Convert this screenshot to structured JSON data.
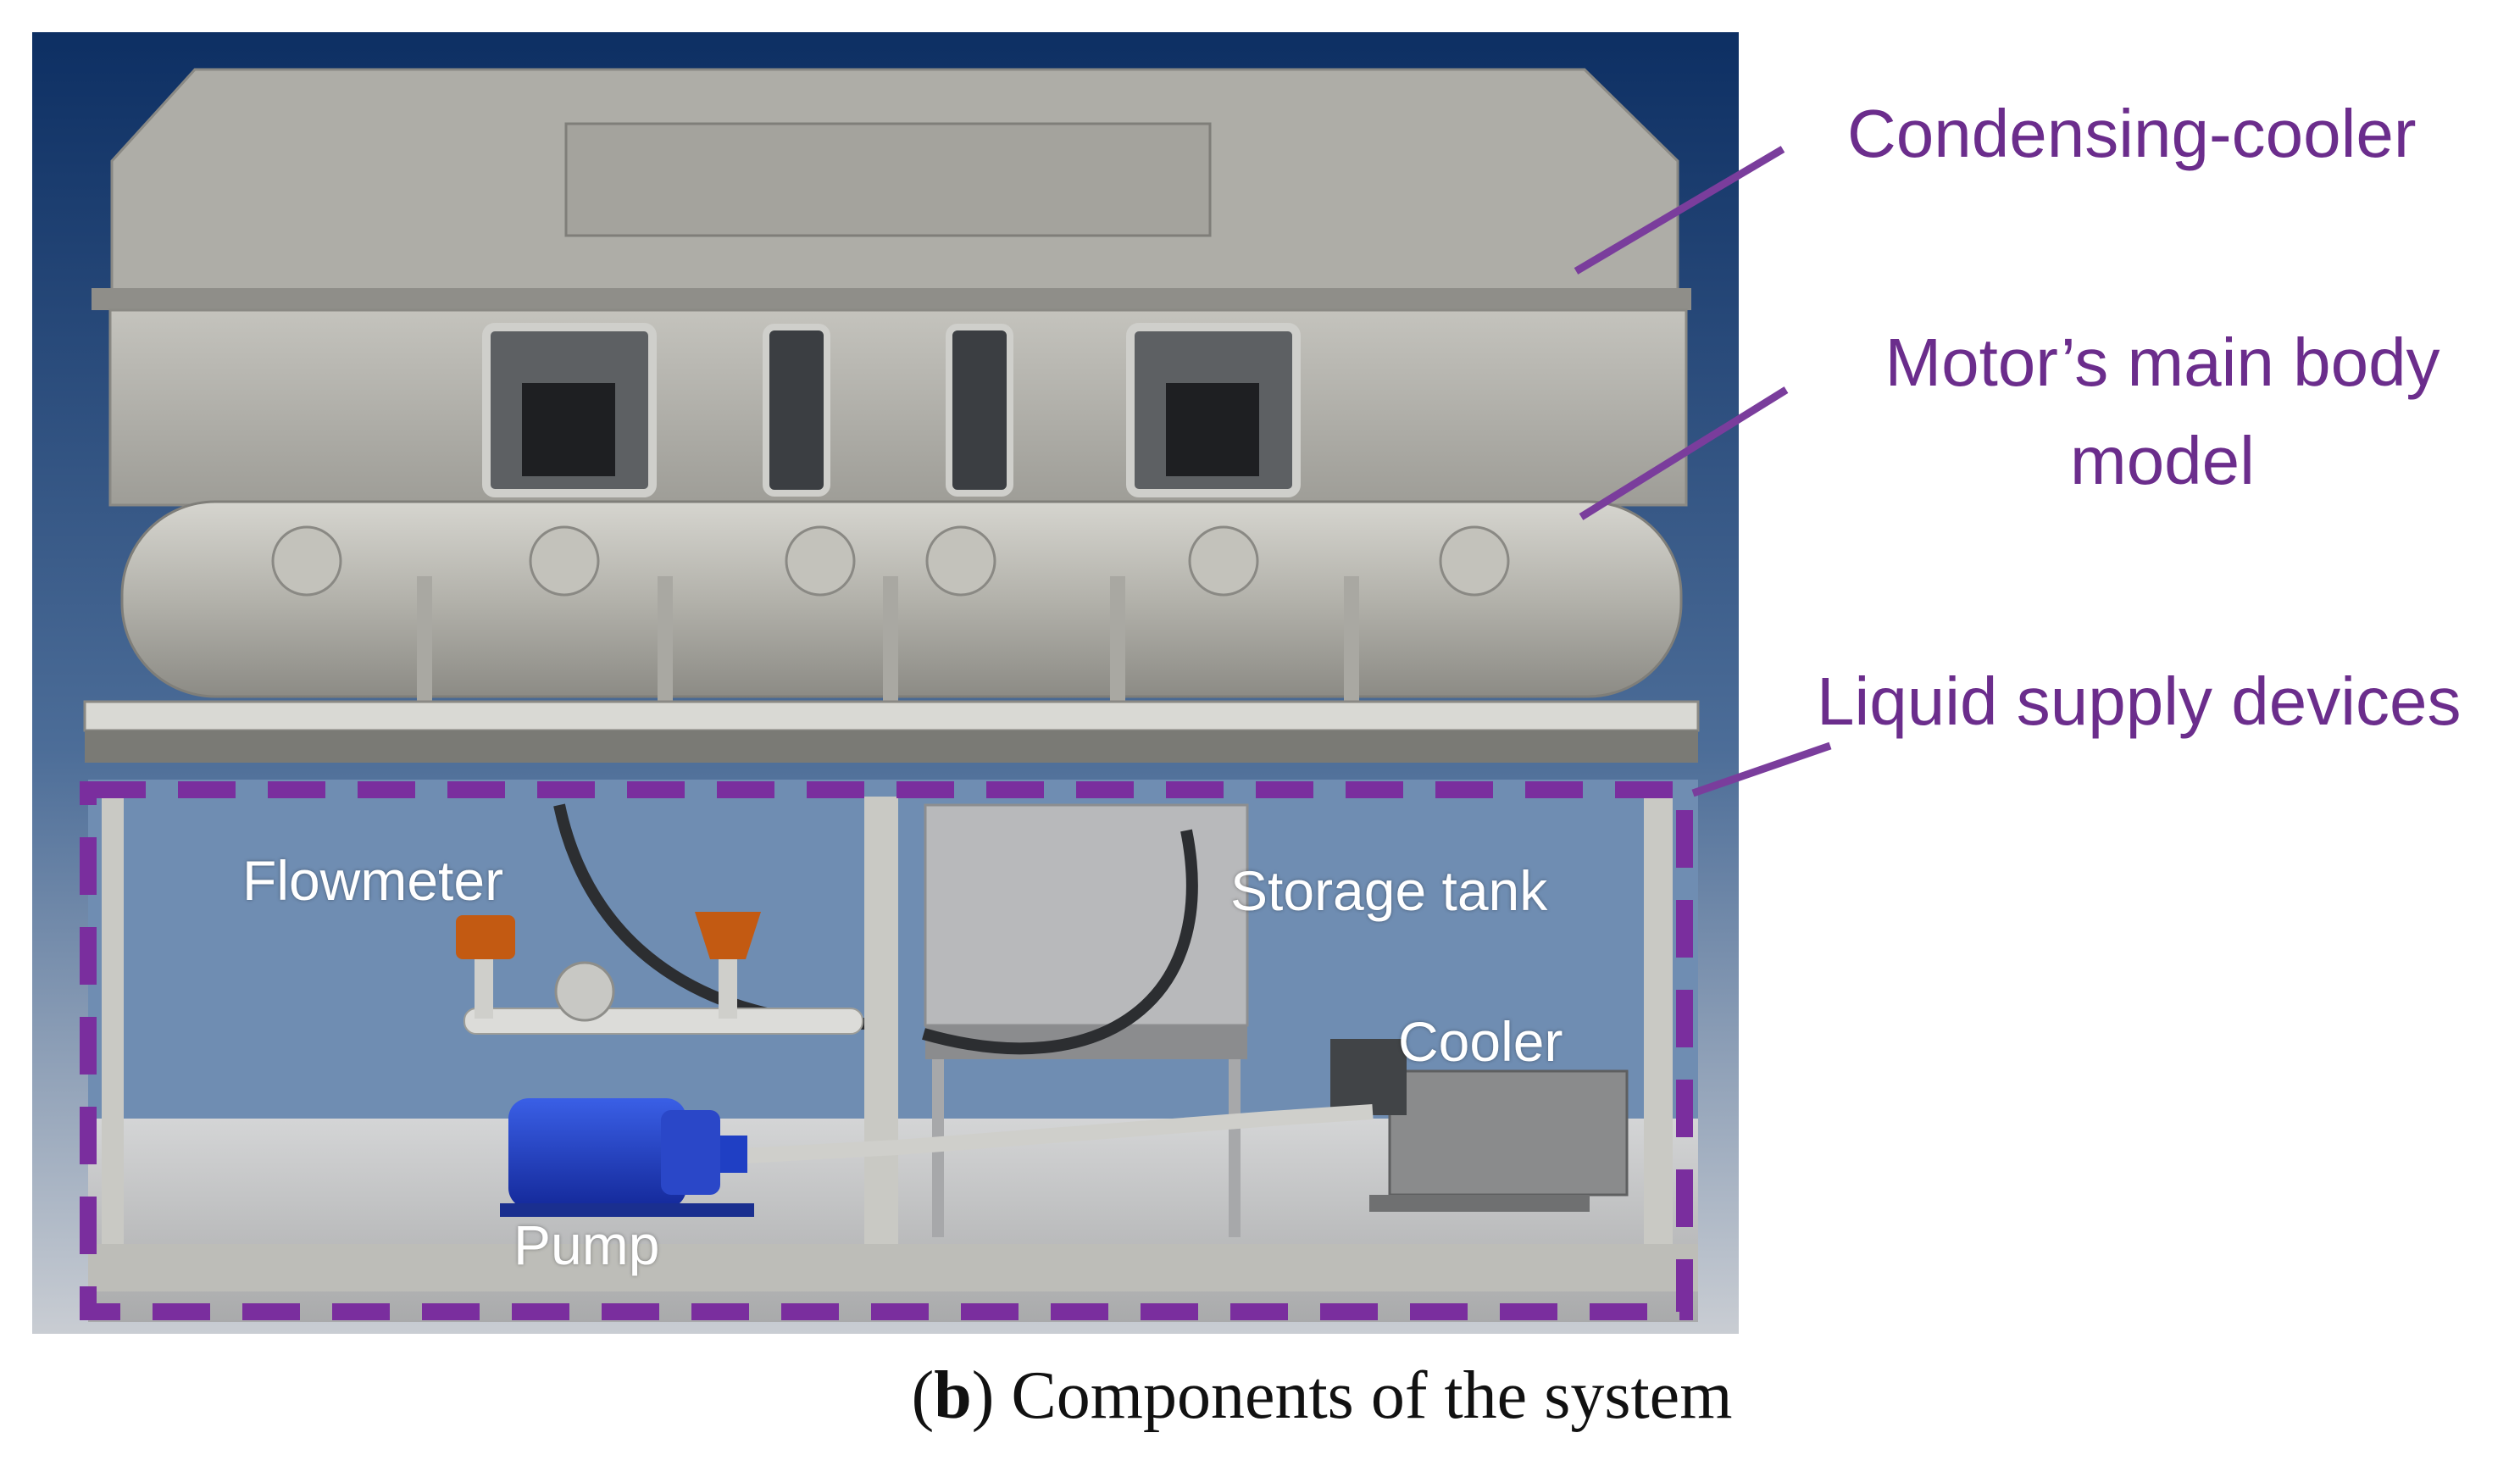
{
  "caption": {
    "letter": "b",
    "text": "Components of the system"
  },
  "callouts": [
    "Condensing-cooler",
    "Motor’s main body model",
    "Liquid supply devices"
  ],
  "components": {
    "flowmeter": "Flowmeter",
    "storage_tank": "Storage tank",
    "cooler": "Cooler",
    "pump": "Pump"
  },
  "colors": {
    "callout_text": "#6b2d8c",
    "callout_line": "#7a3d9c",
    "dashed_box": "#7a2e9e",
    "background_top": "#0d2f63",
    "background_bottom": "#c9cdd3",
    "pump": "#1f3fc4",
    "flowmeter_head": "#c35a12"
  }
}
